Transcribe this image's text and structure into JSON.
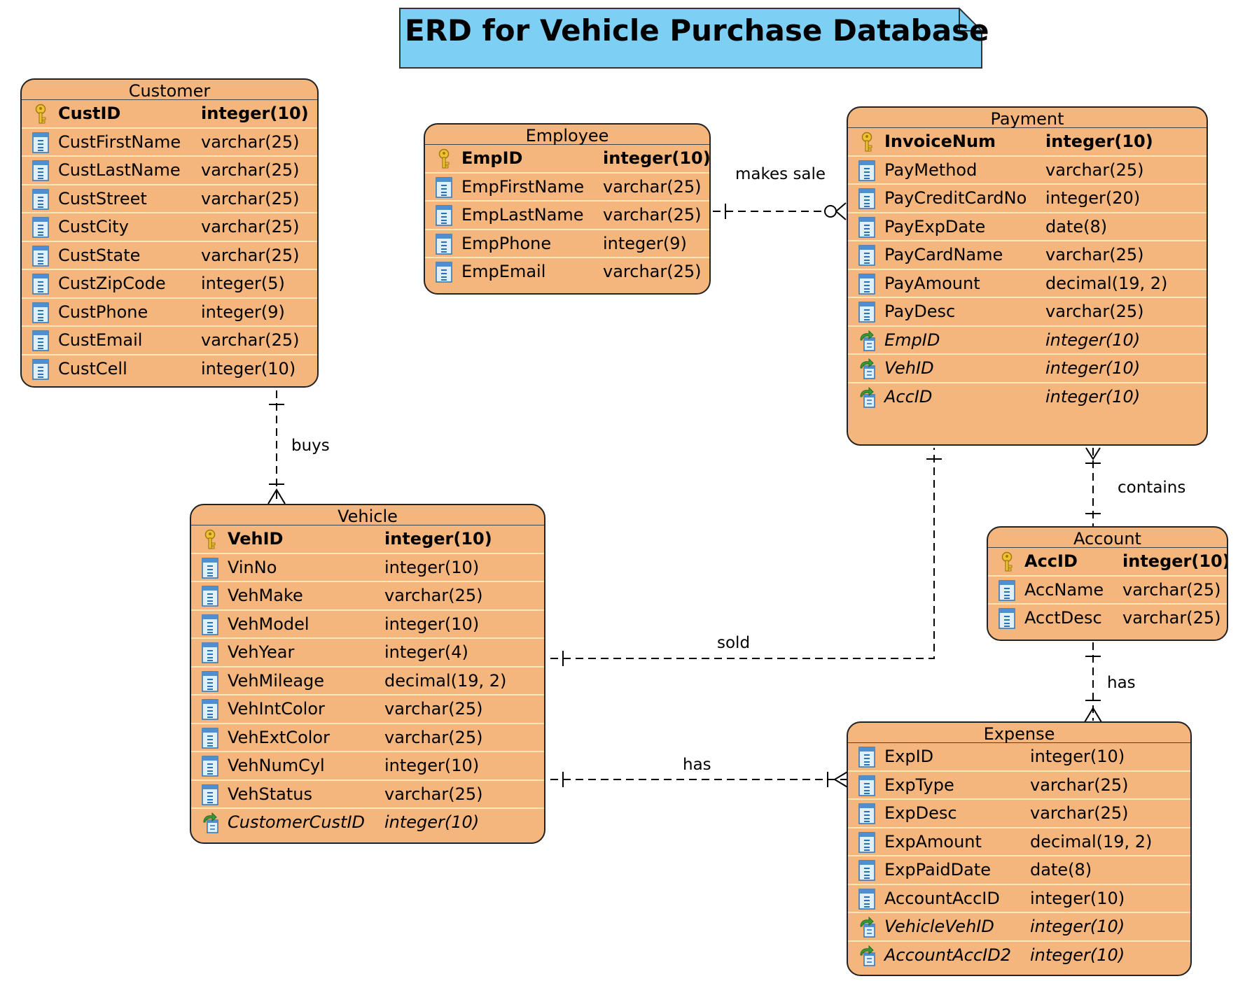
{
  "title": "ERD for Vehicle Purchase Database",
  "colors": {
    "entity_fill": "#f4b67d",
    "title_fill": "#7dcff4",
    "row_divider": "#f7e7b4"
  },
  "entities": {
    "customer": {
      "name": "Customer",
      "attributes": [
        {
          "name": "CustID",
          "type": "integer(10)",
          "key": "pk"
        },
        {
          "name": "CustFirstName",
          "type": "varchar(25)",
          "key": "col"
        },
        {
          "name": "CustLastName",
          "type": "varchar(25)",
          "key": "col"
        },
        {
          "name": "CustStreet",
          "type": "varchar(25)",
          "key": "col"
        },
        {
          "name": "CustCity",
          "type": "varchar(25)",
          "key": "col"
        },
        {
          "name": "CustState",
          "type": "varchar(25)",
          "key": "col"
        },
        {
          "name": "CustZipCode",
          "type": "integer(5)",
          "key": "col"
        },
        {
          "name": "CustPhone",
          "type": "integer(9)",
          "key": "col"
        },
        {
          "name": "CustEmail",
          "type": "varchar(25)",
          "key": "col"
        },
        {
          "name": "CustCell",
          "type": "integer(10)",
          "key": "col"
        }
      ]
    },
    "employee": {
      "name": "Employee",
      "attributes": [
        {
          "name": "EmpID",
          "type": "integer(10)",
          "key": "pk"
        },
        {
          "name": "EmpFirstName",
          "type": "varchar(25)",
          "key": "col"
        },
        {
          "name": "EmpLastName",
          "type": "varchar(25)",
          "key": "col"
        },
        {
          "name": "EmpPhone",
          "type": "integer(9)",
          "key": "col"
        },
        {
          "name": "EmpEmail",
          "type": "varchar(25)",
          "key": "col"
        }
      ]
    },
    "payment": {
      "name": "Payment",
      "attributes": [
        {
          "name": "InvoiceNum",
          "type": "integer(10)",
          "key": "pk"
        },
        {
          "name": "PayMethod",
          "type": "varchar(25)",
          "key": "col"
        },
        {
          "name": "PayCreditCardNo",
          "type": "integer(20)",
          "key": "col"
        },
        {
          "name": "PayExpDate",
          "type": "date(8)",
          "key": "col"
        },
        {
          "name": "PayCardName",
          "type": "varchar(25)",
          "key": "col"
        },
        {
          "name": "PayAmount",
          "type": "decimal(19, 2)",
          "key": "col"
        },
        {
          "name": "PayDesc",
          "type": "varchar(25)",
          "key": "col"
        },
        {
          "name": "EmpID",
          "type": "integer(10)",
          "key": "fk"
        },
        {
          "name": "VehID",
          "type": "integer(10)",
          "key": "fk"
        },
        {
          "name": "AccID",
          "type": "integer(10)",
          "key": "fk"
        }
      ]
    },
    "vehicle": {
      "name": "Vehicle",
      "attributes": [
        {
          "name": "VehID",
          "type": "integer(10)",
          "key": "pk"
        },
        {
          "name": "VinNo",
          "type": "integer(10)",
          "key": "col"
        },
        {
          "name": "VehMake",
          "type": "varchar(25)",
          "key": "col"
        },
        {
          "name": "VehModel",
          "type": "integer(10)",
          "key": "col"
        },
        {
          "name": "VehYear",
          "type": "integer(4)",
          "key": "col"
        },
        {
          "name": "VehMileage",
          "type": "decimal(19, 2)",
          "key": "col"
        },
        {
          "name": "VehIntColor",
          "type": "varchar(25)",
          "key": "col"
        },
        {
          "name": "VehExtColor",
          "type": "varchar(25)",
          "key": "col"
        },
        {
          "name": "VehNumCyl",
          "type": "integer(10)",
          "key": "col"
        },
        {
          "name": "VehStatus",
          "type": "varchar(25)",
          "key": "col"
        },
        {
          "name": "CustomerCustID",
          "type": "integer(10)",
          "key": "fk"
        }
      ]
    },
    "account": {
      "name": "Account",
      "attributes": [
        {
          "name": "AccID",
          "type": "integer(10)",
          "key": "pk"
        },
        {
          "name": "AccName",
          "type": "varchar(25)",
          "key": "col"
        },
        {
          "name": "AcctDesc",
          "type": "varchar(25)",
          "key": "col"
        }
      ]
    },
    "expense": {
      "name": "Expense",
      "attributes": [
        {
          "name": "ExpID",
          "type": "integer(10)",
          "key": "col"
        },
        {
          "name": "ExpType",
          "type": "varchar(25)",
          "key": "col"
        },
        {
          "name": "ExpDesc",
          "type": "varchar(25)",
          "key": "col"
        },
        {
          "name": "ExpAmount",
          "type": "decimal(19, 2)",
          "key": "col"
        },
        {
          "name": "ExpPaidDate",
          "type": "date(8)",
          "key": "col"
        },
        {
          "name": "AccountAccID",
          "type": "integer(10)",
          "key": "col"
        },
        {
          "name": "VehicleVehID",
          "type": "integer(10)",
          "key": "fk"
        },
        {
          "name": "AccountAccID2",
          "type": "integer(10)",
          "key": "fk"
        }
      ]
    }
  },
  "relationships": {
    "buys": "buys",
    "makes_sale": "makes sale",
    "contains": "contains",
    "sold": "sold",
    "has_vehicle_expense": "has",
    "has_account_expense": "has"
  }
}
